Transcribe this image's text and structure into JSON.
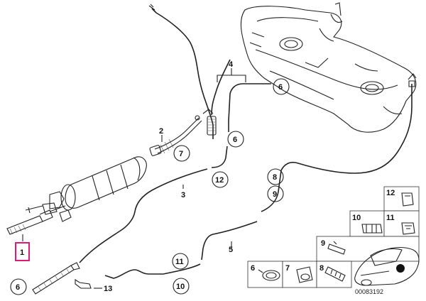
{
  "diagram": {
    "drawing_number": "00083192",
    "callouts": {
      "p1": "1",
      "p2": "2",
      "p3": "3",
      "p4": "4",
      "p5": "5",
      "p6a": "6",
      "p6b": "6",
      "p6c": "6",
      "p7": "7",
      "p8": "8",
      "p9": "9",
      "p10": "10",
      "p11": "11",
      "p12": "12",
      "p13": "13"
    },
    "legend": {
      "l12": "12",
      "l10": "10",
      "l11": "11",
      "l9": "9",
      "l6": "6",
      "l7": "7",
      "l8": "8"
    },
    "highlight_color": "#e0197d"
  }
}
